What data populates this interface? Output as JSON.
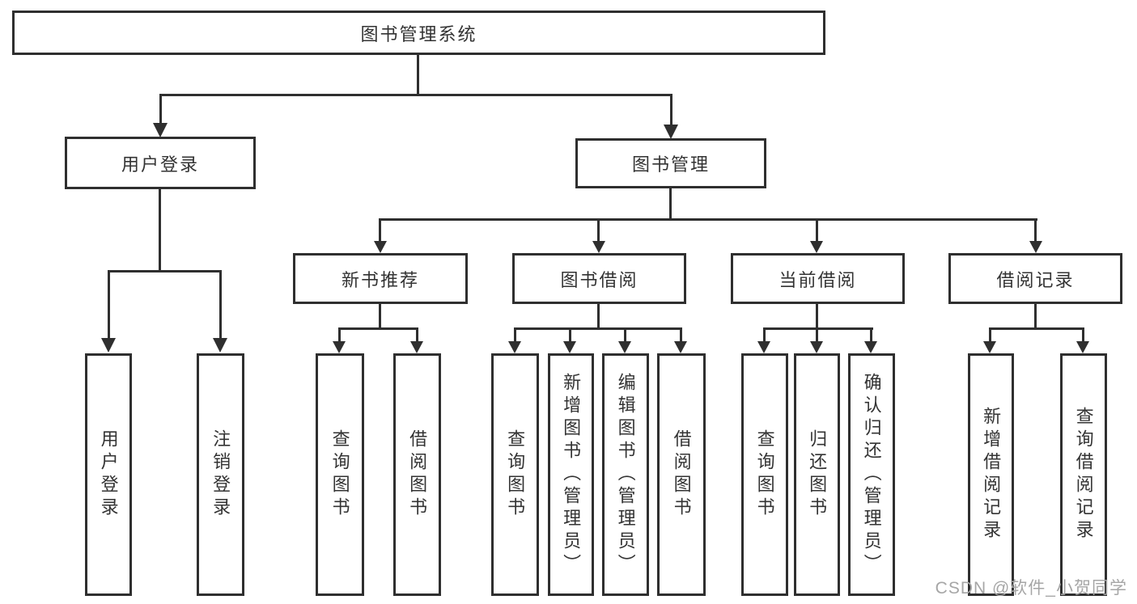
{
  "diagram": {
    "type": "hierarchy-tree",
    "root": {
      "label": "图书管理系统"
    },
    "level2": [
      {
        "label": "用户登录",
        "children": [
          {
            "label": "用户登录"
          },
          {
            "label": "注销登录"
          }
        ]
      },
      {
        "label": "图书管理",
        "children": [
          {
            "label": "新书推荐",
            "children": [
              {
                "label": "查询图书"
              },
              {
                "label": "借阅图书"
              }
            ]
          },
          {
            "label": "图书借阅",
            "children": [
              {
                "label": "查询图书"
              },
              {
                "label": "新增图书（管理员）"
              },
              {
                "label": "编辑图书（管理员）"
              },
              {
                "label": "借阅图书"
              }
            ]
          },
          {
            "label": "当前借阅",
            "children": [
              {
                "label": "查询图书"
              },
              {
                "label": "归还图书"
              },
              {
                "label": "确认归还（管理员）"
              }
            ]
          },
          {
            "label": "借阅记录",
            "children": [
              {
                "label": "新增借阅记录"
              },
              {
                "label": "查询借阅记录"
              }
            ]
          }
        ]
      }
    ]
  },
  "watermark": {
    "text": "CSDN @软件_小贺同学"
  },
  "colors": {
    "line": "#2f2f2f",
    "text": "#333333",
    "watermark": "#a6a6a6",
    "background": "#ffffff"
  }
}
